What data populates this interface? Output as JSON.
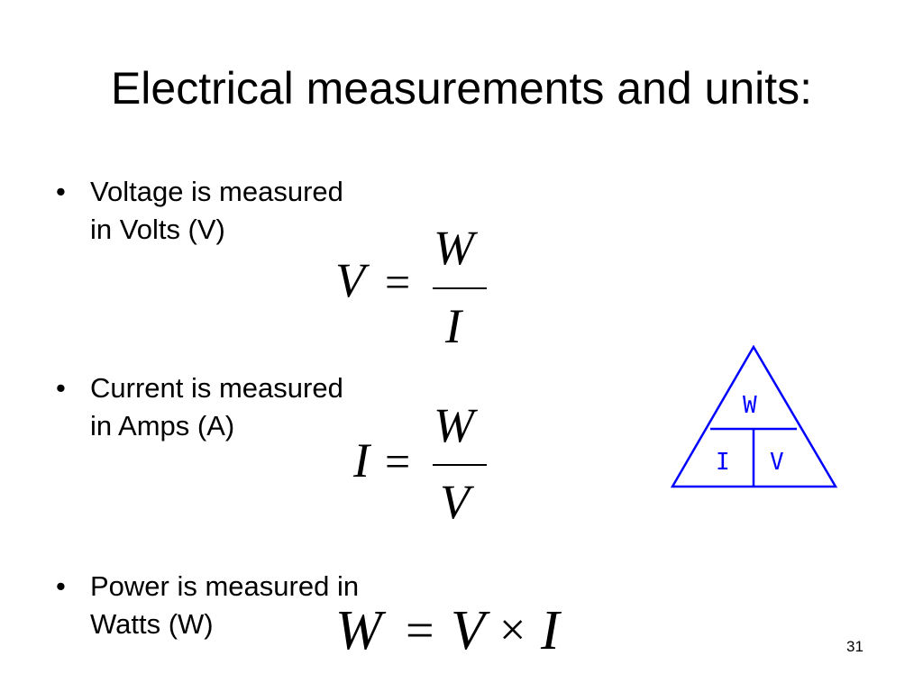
{
  "slide": {
    "title": "Electrical measurements and units:",
    "page_number": "31"
  },
  "bullets": [
    {
      "marker": "•",
      "lines": [
        "Voltage is measured",
        "in Volts (V)"
      ]
    },
    {
      "marker": "•",
      "lines": [
        "Current is measured",
        "in Amps (A)"
      ]
    },
    {
      "marker": "•",
      "lines": [
        "Power is measured in",
        "Watts (W)"
      ]
    }
  ],
  "equations": {
    "voltage": {
      "lhs": "V",
      "equals": "=",
      "numerator": "W",
      "denominator": "I"
    },
    "current": {
      "lhs": "I",
      "equals": "=",
      "numerator": "W",
      "denominator": "V"
    },
    "power": {
      "lhs": "W",
      "equals": "=",
      "term1": "V",
      "times": "×",
      "term2": "I"
    }
  },
  "triangle": {
    "color": "#0000ff",
    "top": "W",
    "bottom_left": "I",
    "bottom_right": "V"
  }
}
